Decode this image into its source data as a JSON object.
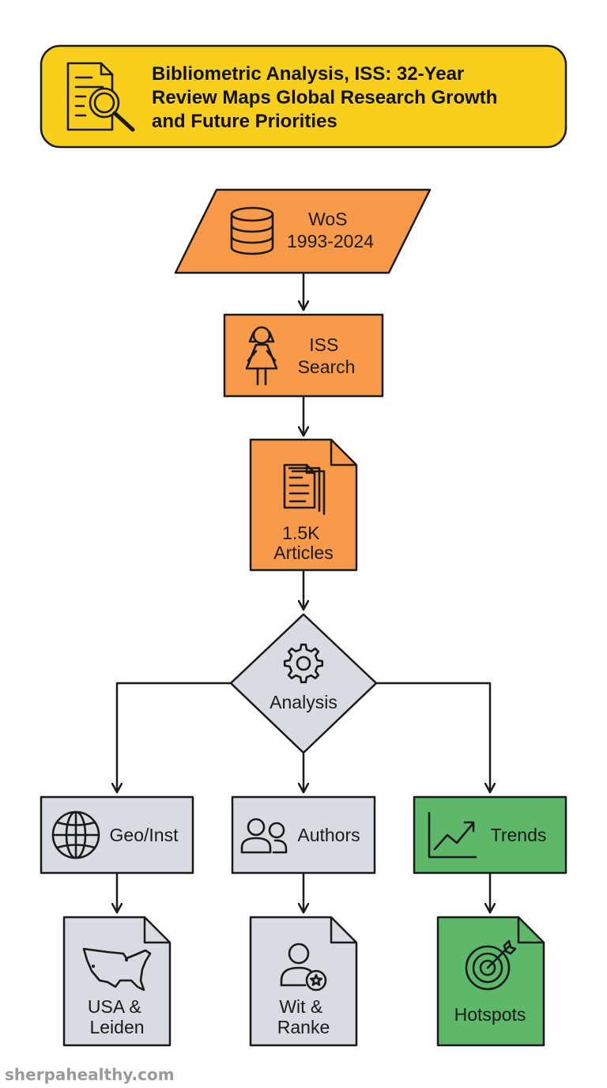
{
  "title": {
    "lines": [
      "Bibliometric Analysis, ISS: 32-Year",
      "Review Maps Global Research Growth",
      "and Future Priorities"
    ],
    "icon": "document-search-icon"
  },
  "colors": {
    "header_fill": "#F9CF1E",
    "input_fill": "#F89A4A",
    "analysis_fill": "#D8DCE2",
    "trend_fill": "#5DB86A",
    "line": "#1A1A1A"
  },
  "nodes": {
    "wos": {
      "lines": [
        "WoS",
        "1993-2024"
      ],
      "icon": "database-icon"
    },
    "iss": {
      "lines": [
        "ISS",
        "Search"
      ],
      "icon": "girl-icon"
    },
    "articles": {
      "lines": [
        "1.5K",
        "Articles"
      ],
      "icon": "documents-icon"
    },
    "analysis": {
      "lines": [
        "Analysis"
      ],
      "icon": "gear-icon"
    },
    "geo": {
      "lines": [
        "Geo/Inst"
      ],
      "icon": "globe-icon"
    },
    "authors": {
      "lines": [
        "Authors"
      ],
      "icon": "users-icon"
    },
    "trends": {
      "lines": [
        "Trends"
      ],
      "icon": "trend-chart-icon"
    },
    "usa": {
      "lines": [
        "USA &",
        "Leiden"
      ],
      "icon": "usa-map-icon"
    },
    "wit": {
      "lines": [
        "Wit &",
        "Ranke"
      ],
      "icon": "user-star-icon"
    },
    "hotspots": {
      "lines": [
        "Hotspots"
      ],
      "icon": "target-icon"
    }
  },
  "watermark": "sherpahealthy.com"
}
